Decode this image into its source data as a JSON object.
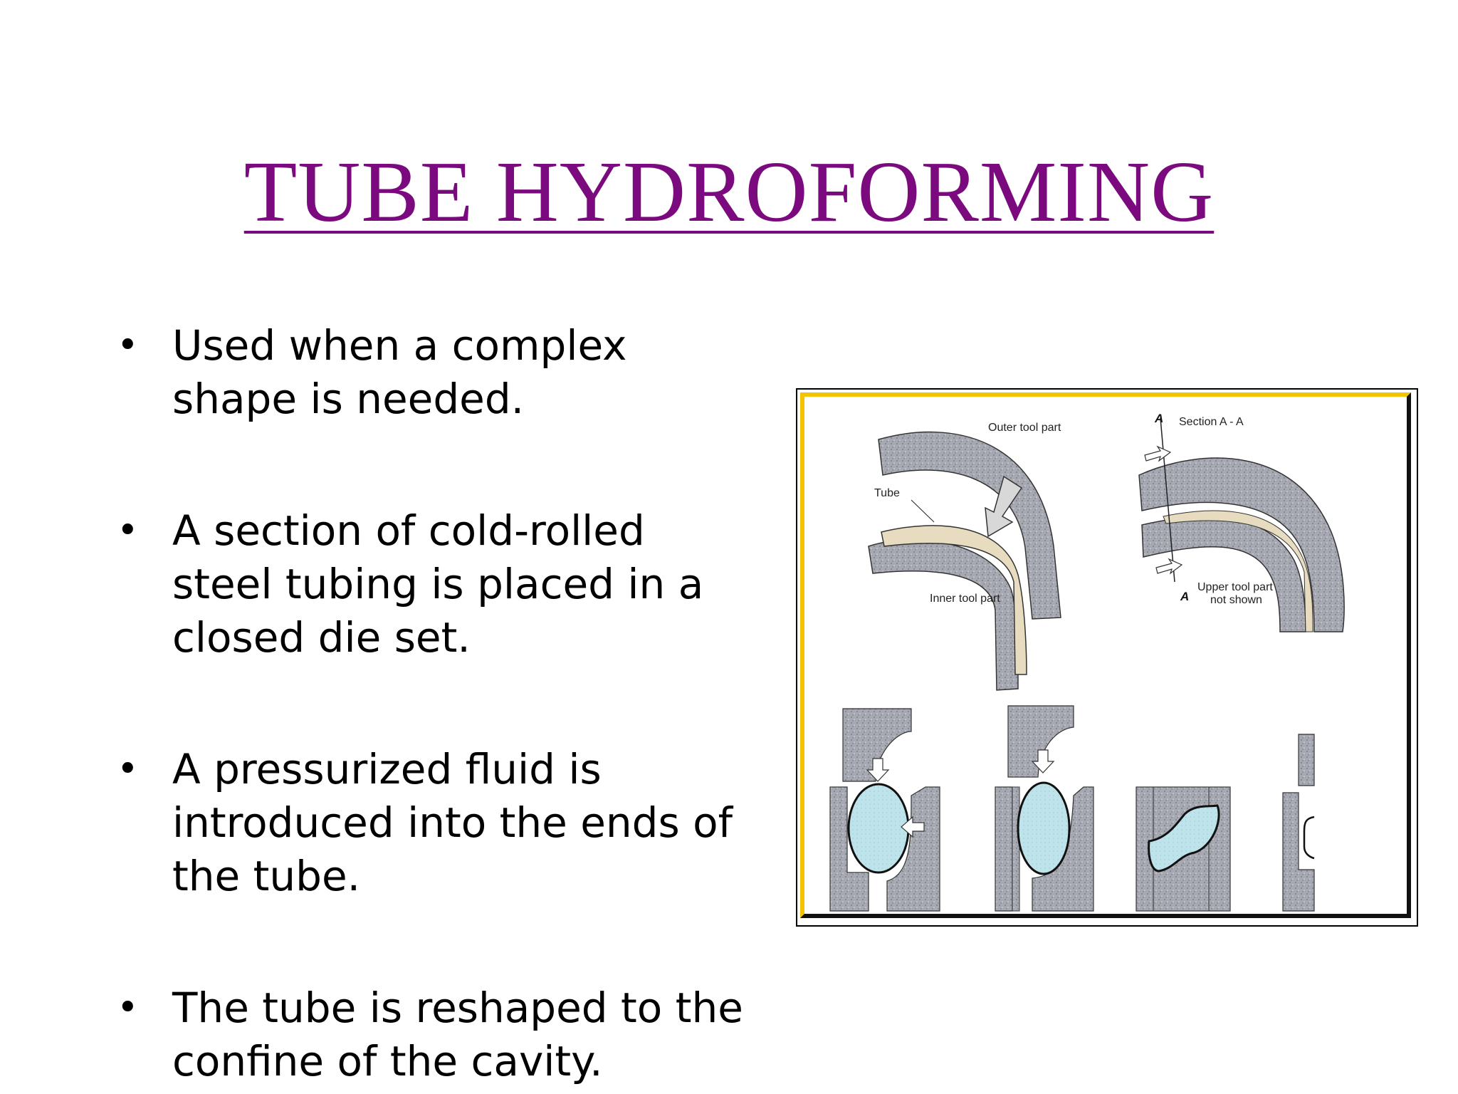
{
  "slide": {
    "title": "TUBE HYDROFORMING",
    "bullets": [
      "Used when a complex shape is needed.",
      "A section of cold-rolled steel tubing is placed in a closed die set.",
      "A pressurized fluid is introduced into the ends of the tube.",
      "The tube is reshaped to the confine of the cavity."
    ]
  },
  "figure": {
    "labels": {
      "outer_tool": "Outer tool part",
      "tube": "Tube",
      "inner_tool": "Inner tool part",
      "section_marker_top": "A",
      "section_title": "Section A - A",
      "section_marker_bottom": "A",
      "upper_tool_line1": "Upper tool part",
      "upper_tool_line2": "not shown"
    },
    "colors": {
      "title": "#7b0a7e",
      "frame_yellow": "#f5c400",
      "tool_gray": "#a7a9b2",
      "tube_tan": "#e8dcc0",
      "fluid_blue": "#bfe3ea"
    }
  }
}
